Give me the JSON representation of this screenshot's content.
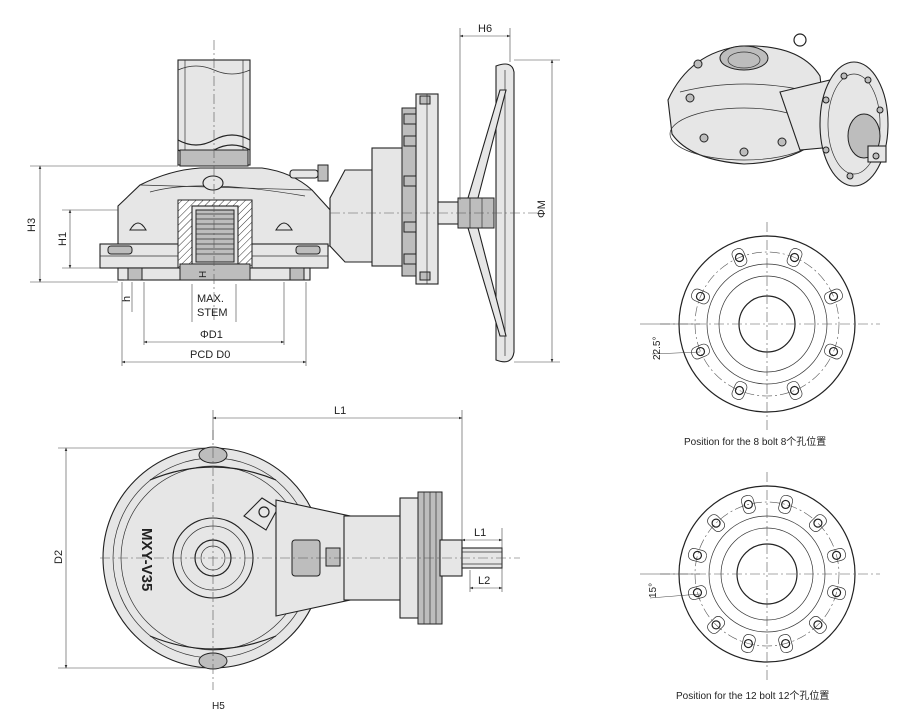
{
  "labels": {
    "h6": "H6",
    "phi_m": "ΦM",
    "h3": "H3",
    "h1": "H1",
    "h_small": "h",
    "h_stem": "H",
    "max_stem_line1": "MAX.",
    "max_stem_line2": "STEM",
    "phi_d1": "ΦD1",
    "pcd_d0": "PCD D0",
    "l1": "L1",
    "d2": "D2",
    "l1_small": "L1",
    "l2": "L2",
    "h5": "H5",
    "body_marking": "MXY-V35",
    "angle_8": "22.5°",
    "angle_12": "15°",
    "caption_8": "Position for the 8 bolt  8个孔位置",
    "caption_12": "Position for the 12 bolt 12个孔位置"
  },
  "colors": {
    "line": "#222222",
    "fill_light": "#e6e6e6",
    "fill_mid": "#bdbdbd"
  }
}
